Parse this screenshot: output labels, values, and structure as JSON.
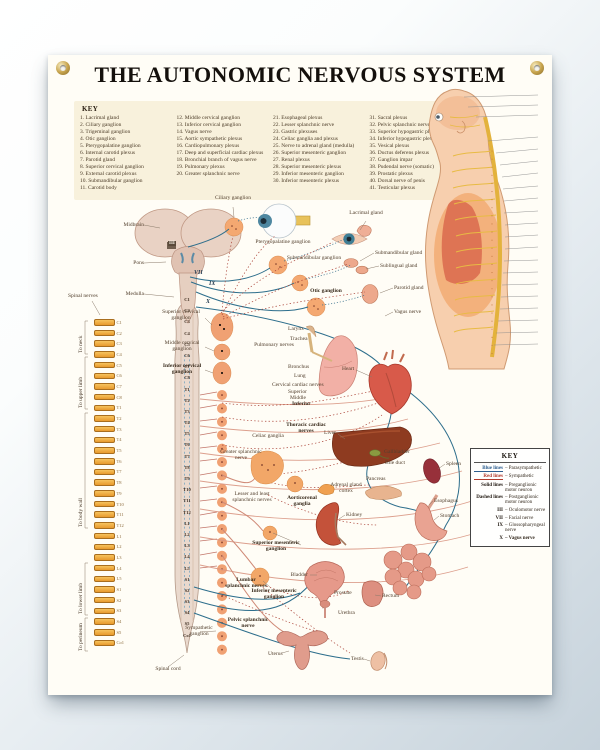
{
  "poster": {
    "title": "THE AUTONOMIC NERVOUS SYSTEM",
    "key": {
      "heading": "KEY",
      "col1": [
        "1. Lacrimal gland",
        "2. Ciliary ganglion",
        "3. Trigeminal ganglion",
        "4. Otic ganglion",
        "5. Pterygopalatine ganglion",
        "6. Internal carotid plexus",
        "7. Parotid gland",
        "8. Superior cervical ganglion",
        "9. External carotid plexus",
        "10. Submandibular ganglion",
        "11. Carotid body"
      ],
      "col2": [
        "12. Middle cervical ganglion",
        "13. Inferior cervical ganglion",
        "14. Vagus nerve",
        "15. Aortic sympathetic plexus",
        "16. Cardiopulmonary plexus",
        "17. Deep and superficial cardiac plexus",
        "18. Bronchial branch of vagus nerve",
        "19. Pulmonary plexus",
        "20. Greater splanchnic nerve"
      ],
      "col3": [
        "21. Esophageal plexus",
        "22. Lesser splanchnic nerve",
        "23. Gastric plexuses",
        "24. Celiac ganglia and plexus",
        "25. Nerve to adrenal gland (medulla)",
        "26. Superior mesenteric ganglion",
        "27. Renal plexus",
        "28. Superior mesenteric plexus",
        "29. Inferior mesenteric ganglion",
        "30. Inferior mesenteric plexus"
      ],
      "col4": [
        "31. Sacral plexus",
        "32. Pelvic splanchnic nerve",
        "33. Superior hypogastric plexus",
        "34. Inferior hypogastric plexus",
        "35. Vesical plexus",
        "36. Ductus deferens plexus",
        "37. Ganglion impar",
        "38. Pudendal nerve (somatic)",
        "39. Prostatic plexus",
        "40. Dorsal nerve of penis",
        "41. Testicular plexus"
      ]
    },
    "labels": {
      "midbrain": "Midbrain",
      "pons": "Pons",
      "medulla": "Medulla",
      "spinal_nerves": "Spinal nerves",
      "ciliary_ganglion": "Ciliary ganglion",
      "pterygopalatine_ganglion": "Pterygopalatine ganglion",
      "lacrimal_gland": "Lacrimal gland",
      "submandibular_ganglion": "Submandibular ganglion",
      "submandibular_gland": "Submandibular gland",
      "sublingual_gland": "Sublingual gland",
      "otic_ganglion": "Otic ganglion",
      "parotid_gland": "Parotid gland",
      "vagus_nerve": "Vagus nerve",
      "superior_cervical_ganglion": "Superior cervical ganglion",
      "middle_cervical_ganglion": "Middle cervical ganglion",
      "inferior_cervical_ganglion": "Inferior cervical ganglion",
      "larynx": "Larynx",
      "trachea": "Trachea",
      "pulmonary_nerves": "Pulmonary nerves",
      "bronchus": "Bronchus",
      "lung": "Lung",
      "cervical_cardiac_nerves": "Cervical cardiac nerves",
      "ccn_superior": "Superior",
      "ccn_middle": "Middle",
      "ccn_inferior": "Inferior",
      "thoracic_cardiac_nerves": "Thoracic cardiac nerves",
      "heart": "Heart",
      "liver": "Liver",
      "celiac_ganglia": "Celiac ganglia",
      "greater_splanchnic_nerve": "Greater splanchnic nerve",
      "lesser_least_splanchnic_nerves": "Lesser and least splanchnic nerves",
      "aorticorenal_ganglia": "Aorticorenal ganglia",
      "gallbladder": "Gallbladder",
      "bile_duct": "Bile duct",
      "spleen": "Spleen",
      "pancreas": "Pancreas",
      "esophagus": "Esophagus",
      "stomach": "Stomach",
      "adrenal_gland_cortex": "Adrenal gland cortex",
      "kidney": "Kidney",
      "superior_mesenteric_ganglion": "Superior mesenteric ganglion",
      "lumbar_splanchnic_nerves": "Lumbar splanchnic nerves",
      "inferior_mesenteric_ganglion": "Inferior mesenteric ganglion",
      "bladder": "Bladder",
      "prostate": "Prostate",
      "urethra": "Urethra",
      "pelvic_splanchnic_nerve": "Pelvic splanchnic nerve",
      "uterus": "Uterus",
      "testis": "Testis",
      "rectum": "Rectum",
      "sympathetic_ganglion": "Sympathetic ganglion",
      "spinal_cord": "Spinal cord"
    },
    "numerals": {
      "iii": "III",
      "vii": "VII",
      "ix": "IX",
      "x": "X"
    },
    "groups": {
      "neck": "To neck",
      "upper_limb": "To upper limb",
      "body_wall": "To body wall",
      "lower_limb": "To lower limb",
      "perineum": "To perineum"
    },
    "spinal_levels": [
      "C1",
      "C2",
      "C3",
      "C4",
      "C5",
      "C6",
      "C7",
      "C8",
      "T1",
      "T2",
      "T3",
      "T4",
      "T5",
      "T6",
      "T7",
      "T8",
      "T9",
      "T10",
      "T11",
      "T12",
      "L1",
      "L2",
      "L3",
      "L4",
      "L5",
      "S1",
      "S2",
      "S3",
      "S4",
      "S5",
      "Co1"
    ],
    "legend": {
      "heading": "KEY",
      "blue_term": "Blue lines",
      "blue_desc": "Parasympathetic",
      "red_term": "Red lines",
      "red_desc": "Sympathetic",
      "solid_term": "Solid lines",
      "solid_desc": "Preganglionic motor neuron",
      "dashed_term": "Dashed lines",
      "dashed_desc": "Postganglionic motor neuron",
      "n3_term": "III",
      "n3_desc": "Oculomotor nerve",
      "n7_term": "VII",
      "n7_desc": "Facial nerve",
      "n9_term": "IX",
      "n9_desc": "Glossopharyngeal nerve",
      "n10_term": "X",
      "n10_desc": "Vagus nerve"
    },
    "colors": {
      "parasympathetic_blue": "#2d6e8c",
      "sympathetic_red": "#ab4338",
      "ganglion_orange": "#f2a36f",
      "nerve_yellow": "#ecb344"
    }
  }
}
